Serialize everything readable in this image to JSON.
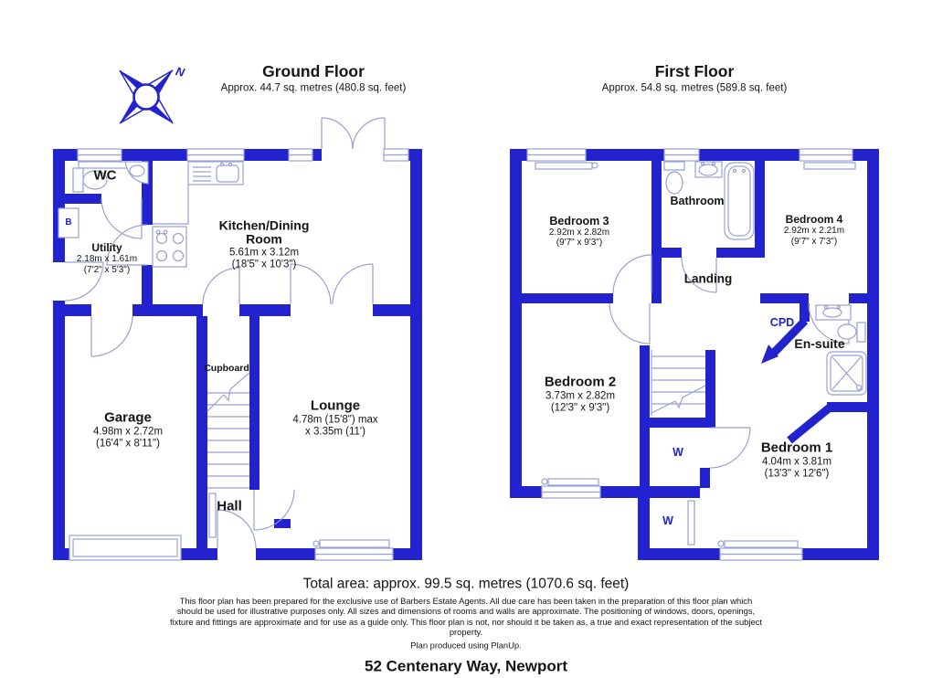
{
  "compass": {
    "north_label": "N"
  },
  "ground_floor": {
    "title": "Ground Floor",
    "subtitle": "Approx. 44.7 sq. metres (480.8 sq. feet)",
    "wc": {
      "name": "WC"
    },
    "utility": {
      "name": "Utility",
      "metric": "2.18m x 1.61m",
      "imperial": "(7'2\" x 5'3\")"
    },
    "kitchen_dining": {
      "name": "Kitchen/Dining Room",
      "metric": "5.61m x 3.12m",
      "imperial": "(18'5\" x 10'3\")"
    },
    "garage": {
      "name": "Garage",
      "metric": "4.98m x 2.72m",
      "imperial": "(16'4\" x 8'11\")"
    },
    "lounge": {
      "name": "Lounge",
      "metric": "4.78m (15'8\") max",
      "metric2": "x 3.35m (11')"
    },
    "hall": {
      "name": "Hall"
    },
    "cupboard": {
      "name": "Cupboard"
    },
    "boiler": {
      "abbr": "B"
    }
  },
  "first_floor": {
    "title": "First Floor",
    "subtitle": "Approx. 54.8 sq. metres (589.8 sq. feet)",
    "bedroom3": {
      "name": "Bedroom 3",
      "metric": "2.92m x 2.82m",
      "imperial": "(9'7\" x 9'3\")"
    },
    "bathroom": {
      "name": "Bathroom"
    },
    "bedroom4": {
      "name": "Bedroom 4",
      "metric": "2.92m x 2.21m",
      "imperial": "(9'7\" x 7'3\")"
    },
    "landing": {
      "name": "Landing"
    },
    "cpd": {
      "abbr": "CPD"
    },
    "ensuite": {
      "name": "En-suite"
    },
    "bedroom2": {
      "name": "Bedroom 2",
      "metric": "3.73m x 2.82m",
      "imperial": "(12'3\" x 9'3\")"
    },
    "bedroom1": {
      "name": "Bedroom 1",
      "metric": "4.04m x 3.81m",
      "imperial": "(13'3\" x 12'6\")"
    },
    "wardrobe_upper": {
      "abbr": "W"
    },
    "wardrobe_lower": {
      "abbr": "W"
    }
  },
  "footer": {
    "total_area": "Total area: approx. 99.5 sq. metres (1070.6 sq. feet)",
    "disclaimer": "This floor plan has been prepared for the exclusive use of Barbers Estate Agents. All due care has been taken in the preparation of this floor plan which should be used for illustrative purposes only. All sizes and dimensions of rooms and walls are approximate. The positioning of windows, doors, openings, fixture and fittings are approximate and for use as a guide only. This floor plan is not, nor should it be taken as, a true and exact representation of the subject property.",
    "credit": "Plan produced using PlanUp.",
    "address": "52 Centenary Way, Newport"
  },
  "colors": {
    "wall_blue": "#2222CF",
    "fixture_line": "#99A0D4",
    "text": "#151515"
  }
}
